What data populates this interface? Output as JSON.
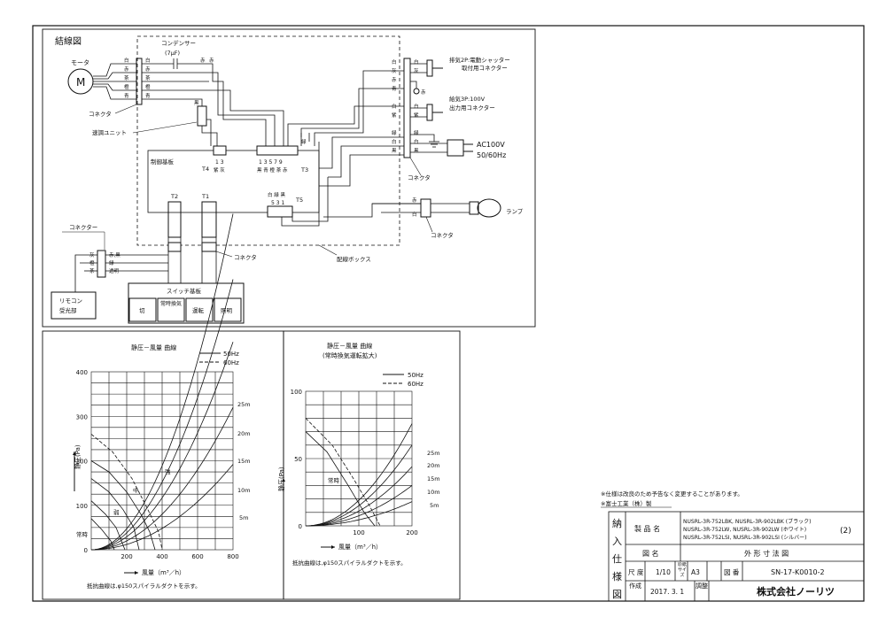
{
  "wiring": {
    "title": "結線図",
    "motor_label": "モータ",
    "motor_symbol": "M",
    "connector_label": "コネクタ",
    "connector_label2": "コネクター",
    "speed_unit": "速調ユニット",
    "condenser": "コンデンサー",
    "condenser_value": "(7μF)",
    "control_board": "制御基板",
    "wiring_box": "配線ボックス",
    "switch_board": "スイッチ基板",
    "remote": [
      "リモコン",
      "受光部"
    ],
    "switches": [
      "切",
      "常時換気",
      "運転",
      "照明"
    ],
    "motor_wires": [
      "白",
      "赤",
      "茶",
      "橙",
      "青"
    ],
    "right_wires_top": [
      "白",
      "灰",
      "赤",
      "青"
    ],
    "right_wires_mid": [
      "白",
      "紫"
    ],
    "right_wires_bot": [
      "緑",
      "白",
      "黒"
    ],
    "exhaust_label": [
      "排気2P:電動シャッター",
      "取付用コネクター"
    ],
    "supply_label": [
      "給気3P:100V",
      "出力用コネクター"
    ],
    "power_label": [
      "AC100V",
      "50/60Hz"
    ],
    "lamp_label": "ランプ",
    "t_labels": {
      "T1": "T1",
      "T2": "T2",
      "T3": "T3",
      "T4": "T4",
      "T5": "T5"
    },
    "t4_pins": "1 3",
    "t4_colors": "紫 灰",
    "t3_pins": "1 3 5 7 9",
    "t3_colors": "黒 青 橙 茶 赤",
    "t5_colors": "白 緑 黒",
    "t5_pins": "5 3 1",
    "remote_wires": [
      "灰",
      "橙",
      "茶"
    ],
    "remote_wire_labels": [
      "赤,黒",
      "緑",
      "透明"
    ],
    "green_label": "緑",
    "red_label": "赤",
    "black_label": "黒",
    "white_label": "白"
  },
  "chart_data": [
    {
      "type": "line",
      "title": "静圧－風量 曲線",
      "legend": [
        "50Hz",
        "60Hz"
      ],
      "xlabel": "風量（m³／h）",
      "ylabel": "静圧(Pa)",
      "xlim": [
        0,
        800
      ],
      "ylim": [
        0,
        400
      ],
      "x_ticks": [
        "200",
        "400",
        "600",
        "800"
      ],
      "y_ticks": [
        "0",
        "100",
        "200",
        "300",
        "400"
      ],
      "resistance_curves": [
        "5m",
        "10m",
        "15m",
        "20m",
        "25m"
      ],
      "annotations": [
        "強",
        "中",
        "弱",
        "常時"
      ],
      "note": "抵抗曲線は,φ150スパイラルダクトを示す。"
    },
    {
      "type": "line",
      "title": "静圧－風量 曲線",
      "subtitle": "(常時換気運転拡大)",
      "legend": [
        "50Hz",
        "60Hz"
      ],
      "xlabel": "風量（m³／h）",
      "ylabel": "静圧(Pa)",
      "xlim": [
        0,
        200
      ],
      "ylim": [
        0,
        100
      ],
      "x_ticks": [
        "100",
        "200"
      ],
      "y_ticks": [
        "0",
        "50",
        "100"
      ],
      "resistance_curves": [
        "5m",
        "10m",
        "15m",
        "20m",
        "25m"
      ],
      "annotations": [
        "常時"
      ],
      "note": "抵抗曲線は,φ150スパイラルダクトを示す。"
    }
  ],
  "notes": [
    "※仕様は改良のため予告なく変更することがあります。",
    "※富士工業（株）製"
  ],
  "titleblock": {
    "side_chars": [
      "納",
      "入",
      "仕",
      "様",
      "図"
    ],
    "product_label": "製 品 名",
    "product_lines": [
      "NUSRL-3R-752LBK, NUSRL-3R-902LBK (ブラック)",
      "NUSRL-3R-752LW, NUSRL-3R-902LW (ホワイト)",
      "NUSRL-3R-752LSI, NUSRL-3R-902LSI (シルバー)"
    ],
    "revision": "(2)",
    "drawing_name_label": "図 名",
    "drawing_name": "外 形 寸 法 図",
    "scale_label": "尺 度",
    "scale": "1/10",
    "paper_label": "原紙サイズ",
    "paper": "A3",
    "drawing_no_label": "図 番",
    "drawing_no": "SN-17-K0010-2",
    "made_label": "作成",
    "date": "2017. 3. 1",
    "adjust_label": "調整",
    "company": "株式会社ノーリツ"
  }
}
